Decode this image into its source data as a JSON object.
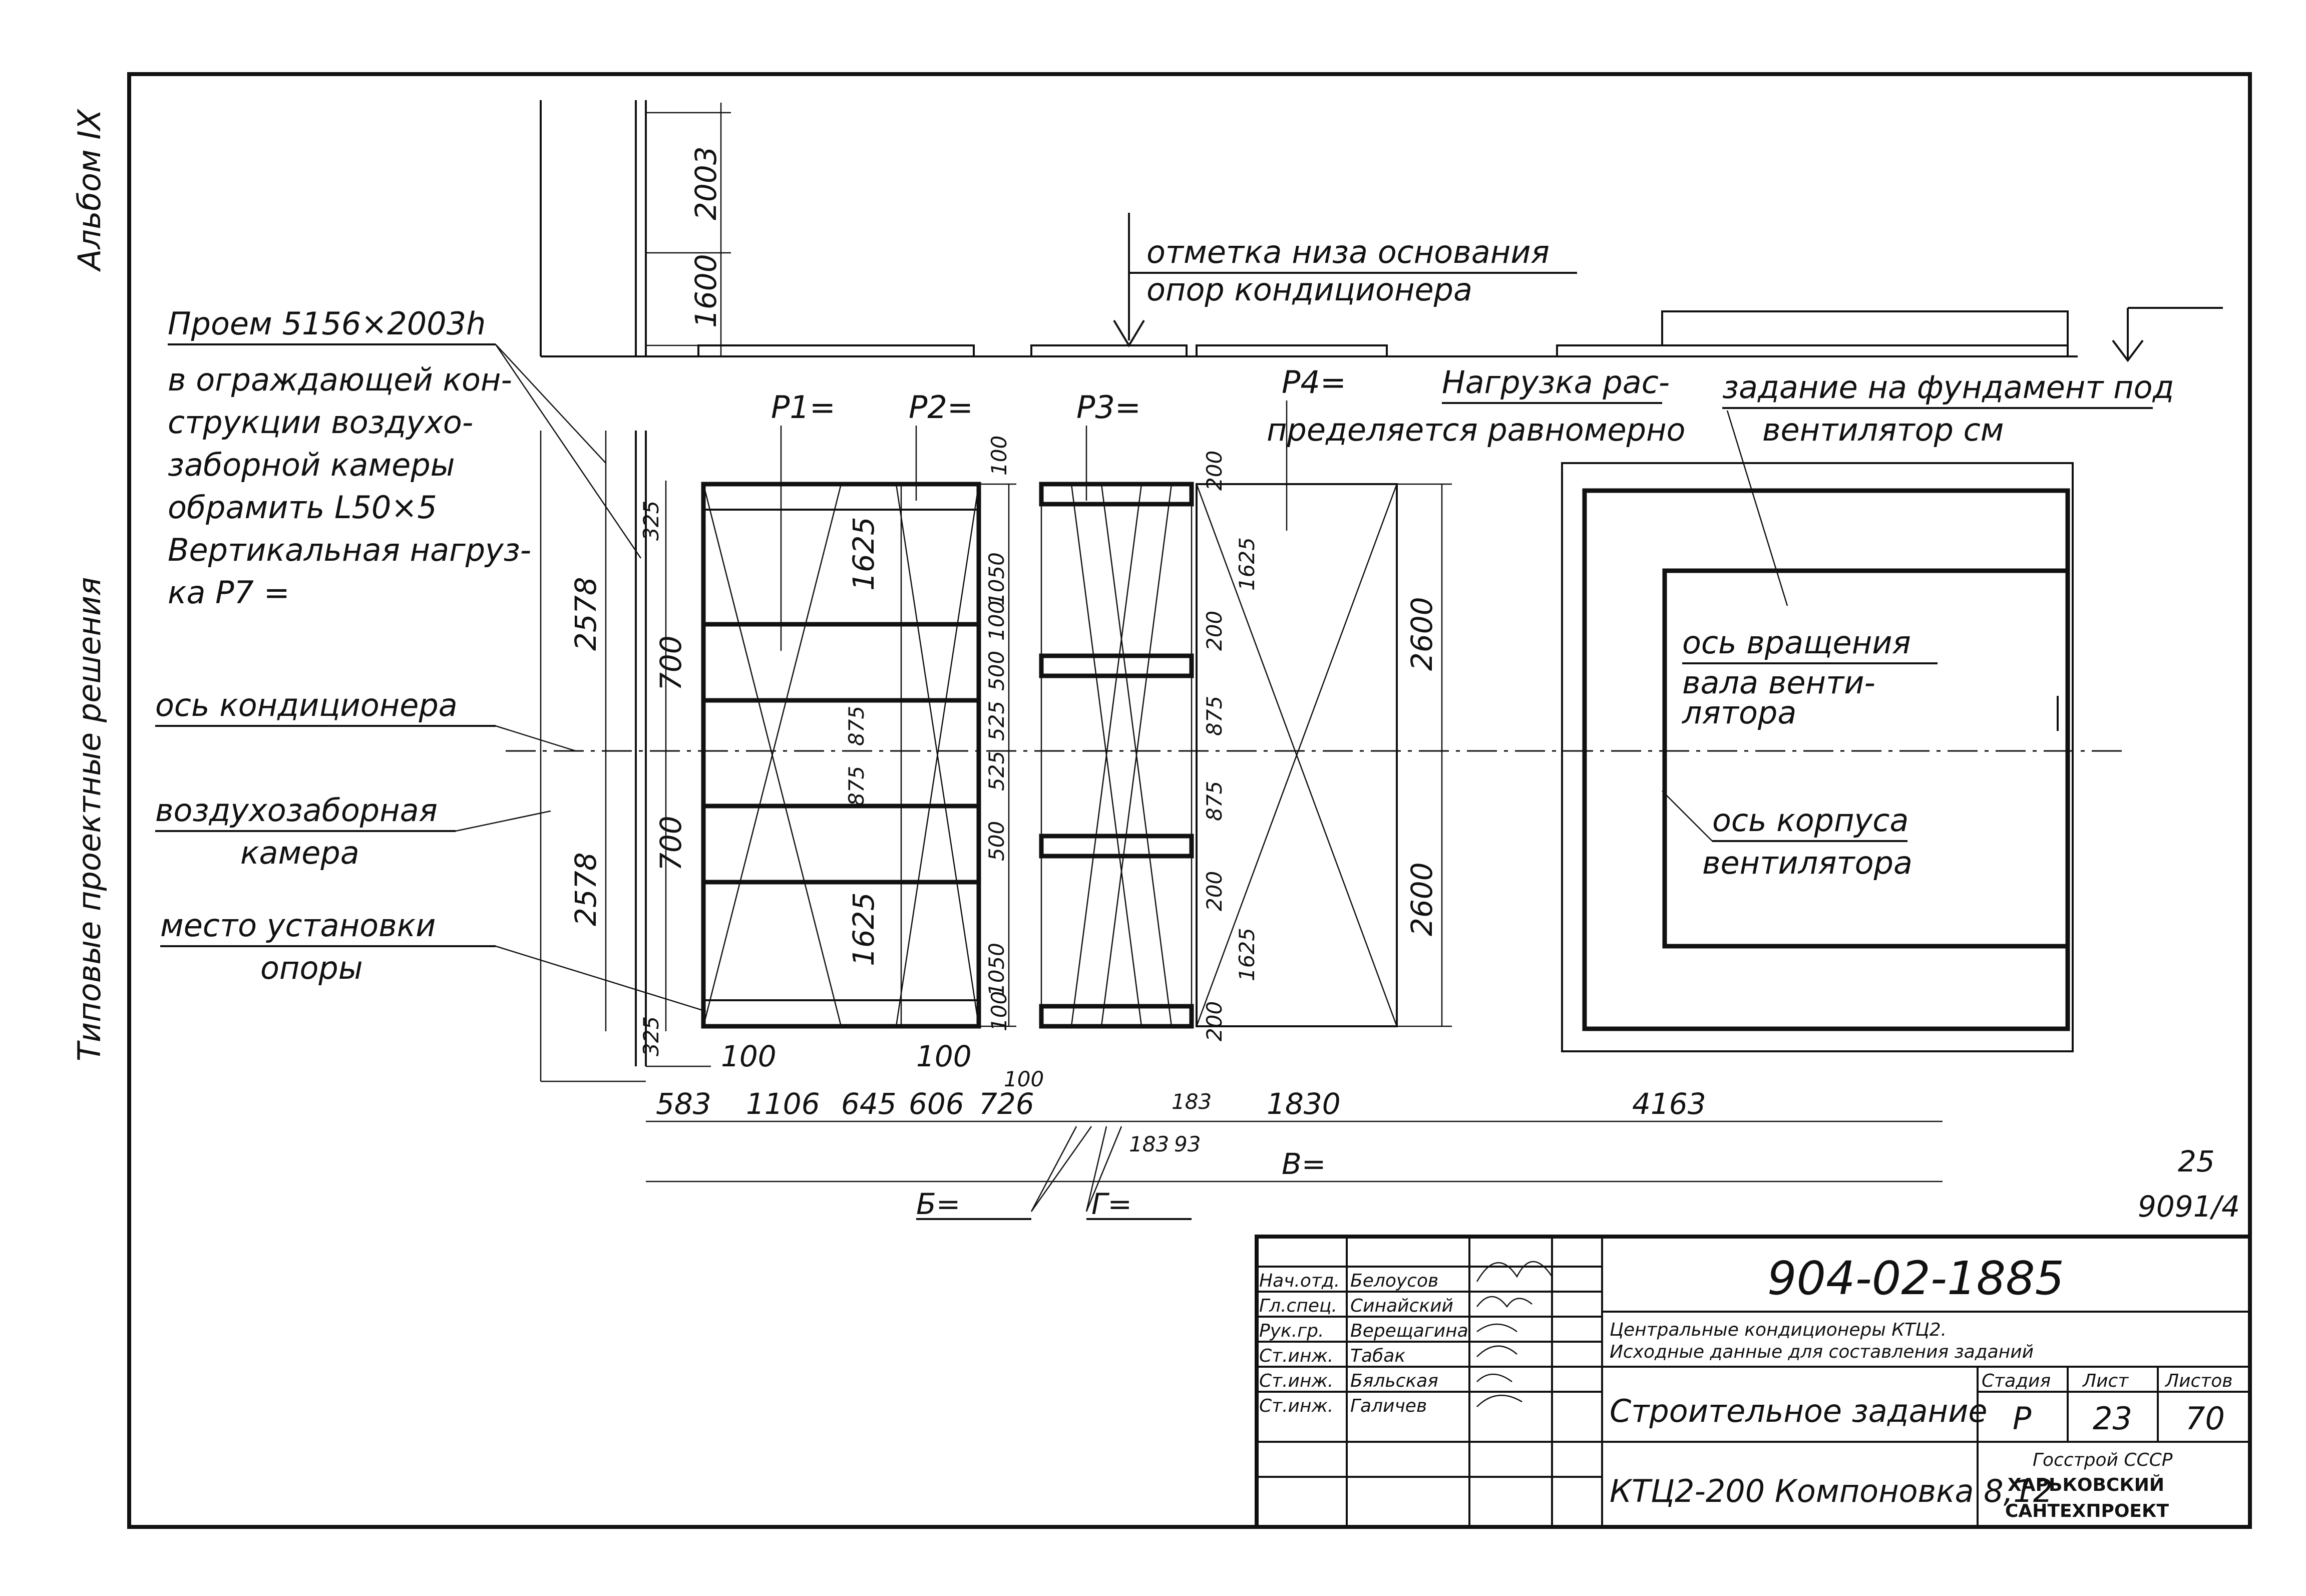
{
  "side_labels": {
    "album": "Альбом IX",
    "series": "Типовые проектные решения"
  },
  "top_note": {
    "line1": "отметка низа основания",
    "line2": "опор кондиционера"
  },
  "top_dims": {
    "d1": "2003",
    "d2": "1600"
  },
  "left_notes": {
    "opening": "Проем 5156×2003h",
    "enclosure": [
      "в ограждающей кон-",
      "струкции воздухо-",
      "заборной камеры",
      "обрамить L50×5",
      "Вертикальная нагруз-",
      "ка P7 ="
    ],
    "conditioner_axis": "ось кондиционера",
    "intake_chamber": [
      "воздухозаборная",
      "камера"
    ],
    "support_place": [
      "место установки",
      "опоры"
    ]
  },
  "loads": {
    "p1": "P1=",
    "p2": "P2=",
    "p3": "P3=",
    "p4": "P4=",
    "p4_note": [
      "Нагрузка рас-",
      "пределяется равномерно"
    ]
  },
  "fan_notes": {
    "foundation": [
      "задание на фундамент под",
      "вентилятор см"
    ],
    "rotation_axis": [
      "ось вращения",
      "вала венти-",
      "лятора"
    ],
    "body_axis": [
      "ось корпуса",
      "вентилятора"
    ]
  },
  "dims": {
    "h2578": "2578",
    "h325": "325",
    "h700": "700",
    "h1625": "1625",
    "h875": "875",
    "h100": "100",
    "h1050": "1050",
    "h500": "500",
    "h525": "525",
    "h200": "200",
    "h2600": "2600",
    "w100": "100",
    "b583": "583",
    "b1106": "1106",
    "b645": "645",
    "b606": "606",
    "b726": "726",
    "b183": "183",
    "b93": "93",
    "b1830": "1830",
    "b4163": "4163",
    "B": "В=",
    "Bsym": "Б=",
    "G": "Г="
  },
  "sheet_ref": {
    "num": "25",
    "code": "9091/4"
  },
  "title_block": {
    "code": "904-02-1885",
    "desc1": "Центральные кондиционеры КТЦ2.",
    "desc2": "Исходные данные для составления заданий",
    "stage_h": "Стадия",
    "sheet_h": "Лист",
    "sheets_h": "Листов",
    "stage": "Р",
    "sheet": "23",
    "sheets": "70",
    "task": "Строительное задание",
    "layout": "КТЦ2-200 Компоновка 8,12",
    "org1": "Госстрой СССР",
    "org2": "ХАРЬКОВСКИЙ",
    "org3": "САНТЕХПРОЕКТ",
    "roles": [
      {
        "role": "Нач.отд.",
        "name": "Белоусов"
      },
      {
        "role": "Гл.спец.",
        "name": "Синайский"
      },
      {
        "role": "Рук.гр.",
        "name": "Верещагина"
      },
      {
        "role": "Ст.инж.",
        "name": "Табак"
      },
      {
        "role": "Ст.инж.",
        "name": "Бяльская"
      },
      {
        "role": "Ст.инж.",
        "name": "Галичев"
      }
    ]
  }
}
